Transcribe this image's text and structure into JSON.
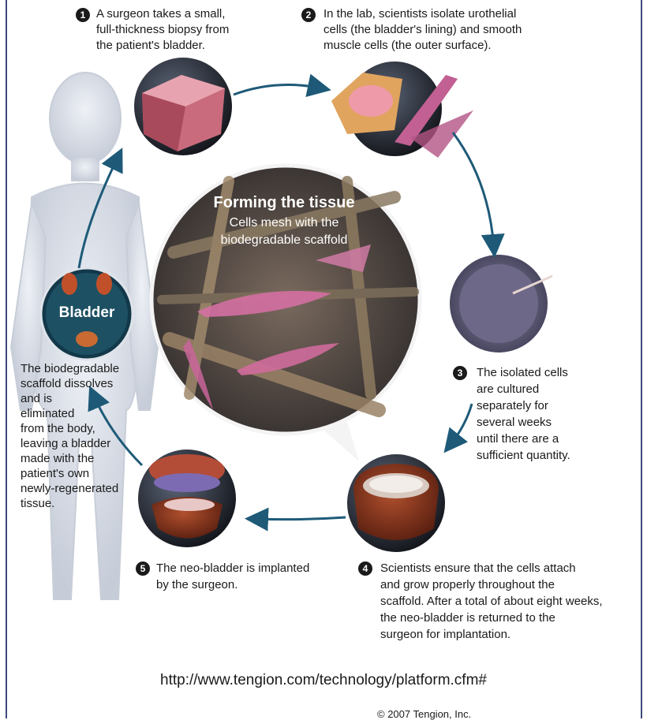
{
  "steps": {
    "s1": {
      "number": "1",
      "lines": [
        "A surgeon takes a small,",
        "full-thickness biopsy from",
        "the patient's bladder."
      ]
    },
    "s2": {
      "number": "2",
      "lines": [
        "In the lab, scientists isolate urothelial",
        "cells (the bladder's lining) and smooth",
        "muscle cells (the outer surface)."
      ]
    },
    "s3": {
      "number": "3",
      "lines": [
        "The isolated cells",
        "are cultured",
        "separately for",
        "several weeks",
        "until there are a",
        "sufficient quantity."
      ]
    },
    "s4": {
      "number": "4",
      "lines": [
        "Scientists ensure that the cells attach",
        "and grow properly throughout the",
        "scaffold. After a total of about eight weeks,",
        "the neo-bladder is returned to the",
        "surgeon for implantation."
      ]
    },
    "s5": {
      "number": "5",
      "lines": [
        "The neo-bladder is implanted",
        "by the surgeon."
      ]
    }
  },
  "dissolve_lines": [
    "The biodegradable",
    "scaffold dissolves",
    "and is",
    "eliminated",
    "from the body,",
    "leaving a bladder",
    "made with the",
    "patient's own",
    "newly-regenerated",
    "tissue."
  ],
  "bladder_label": "Bladder",
  "center": {
    "title": "Forming the tissue",
    "sub1": "Cells mesh with the",
    "sub2": "biodegradable scaffold"
  },
  "url": "http://www.tengion.com/technology/platform.cfm#",
  "copyright": "© 2007 Tengion, Inc.",
  "colors": {
    "arrow": "#1e5a78",
    "frame": "#3d4a7a"
  }
}
